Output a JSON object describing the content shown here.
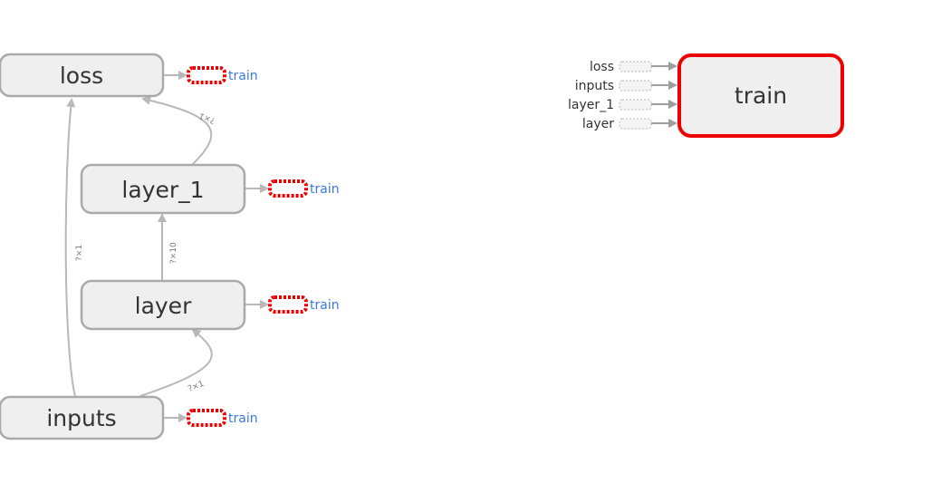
{
  "graph": {
    "nodes": {
      "loss": "loss",
      "layer_1": "layer_1",
      "layer": "layer",
      "inputs": "inputs",
      "train": "train"
    },
    "edge_labels": {
      "inputs_to_loss": "?×1",
      "layer1_to_loss": "?×1",
      "layer_to_layer1": "?×10",
      "inputs_to_layer": "?×1"
    },
    "control_labels": {
      "loss": "train",
      "layer_1": "train",
      "layer": "train",
      "inputs": "train"
    },
    "train_inputs": [
      "loss",
      "inputs",
      "layer_1",
      "layer"
    ]
  },
  "colors": {
    "node_fill": "#efefef",
    "node_stroke": "#a9a9a9",
    "highlight": "#ef0000",
    "link": "#3b78e7"
  }
}
